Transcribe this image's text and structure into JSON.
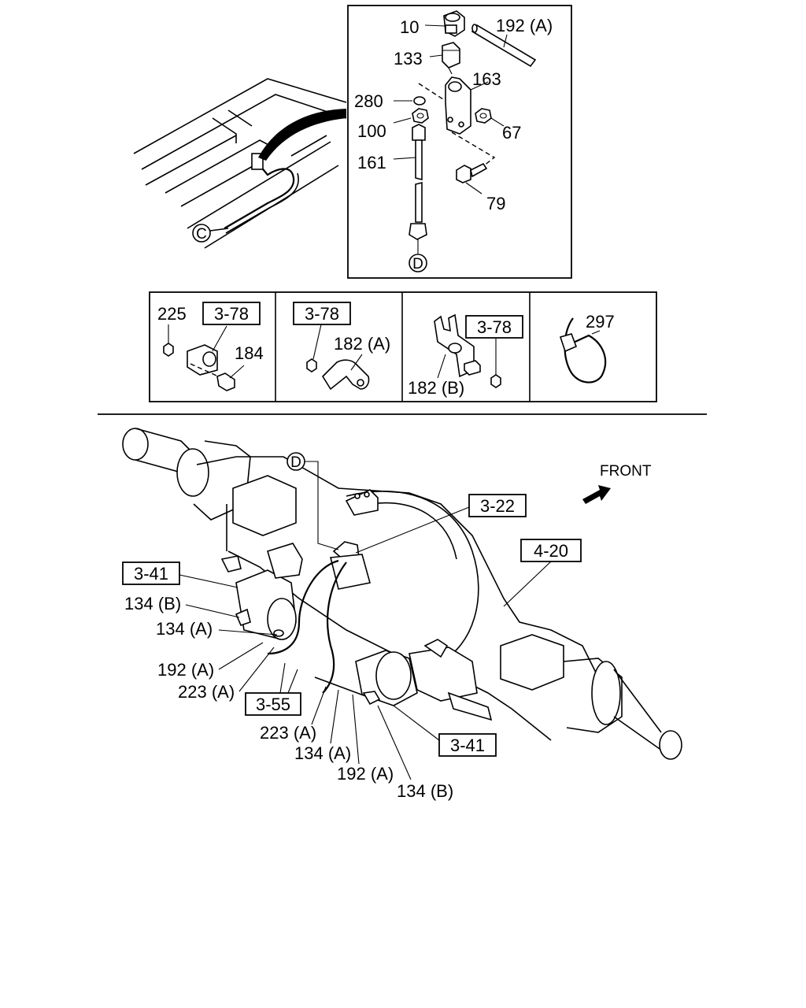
{
  "inset": {
    "callouts": {
      "c10": "10",
      "c192a": "192 (A)",
      "c133": "133",
      "c163": "163",
      "c280": "280",
      "c100": "100",
      "c67": "67",
      "c161": "161",
      "c79": "79",
      "cD": "D",
      "cC": "C"
    }
  },
  "detail_panels": {
    "p1": {
      "num_225": "225",
      "ref": "3-78",
      "num_184": "184"
    },
    "p2": {
      "ref": "3-78",
      "num_182a": "182 (A)"
    },
    "p3": {
      "ref": "3-78",
      "num_182b": "182 (B)"
    },
    "p4": {
      "num_297": "297"
    }
  },
  "main": {
    "front_label": "FRONT",
    "ref_d": "D",
    "ref_322": "3-22",
    "ref_420": "4-20",
    "ref_341_left": "3-41",
    "ref_341_right": "3-41",
    "ref_355": "3-55",
    "labels": {
      "l134b_1": "134 (B)",
      "l134a_1": "134 (A)",
      "l192a_1": "192 (A)",
      "l223a_1": "223 (A)",
      "l223a_2": "223 (A)",
      "l134a_2": "134 (A)",
      "l192a_2": "192 (A)",
      "l134b_2": "134 (B)"
    }
  }
}
